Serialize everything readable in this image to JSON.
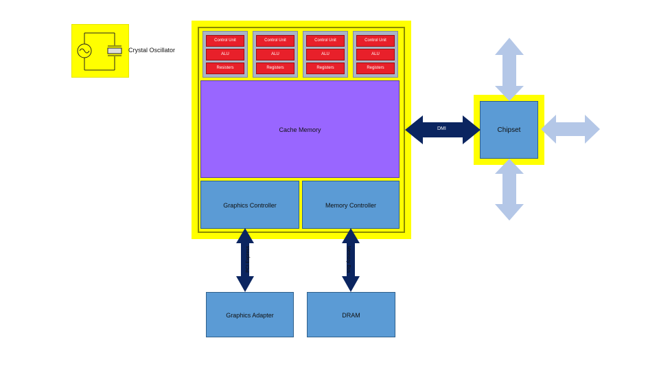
{
  "oscillator": {
    "label": "Crystal Oscillator"
  },
  "cores": [
    {
      "control": "Control Unit",
      "alu": "ALU",
      "registers": "Resisters"
    },
    {
      "control": "Control Unit",
      "alu": "ALU",
      "registers": "Registers"
    },
    {
      "control": "Control Unit",
      "alu": "ALU",
      "registers": "Registers"
    },
    {
      "control": "Control Unit",
      "alu": "ALU",
      "registers": "Registers"
    }
  ],
  "cache": {
    "label": "Cache Memory"
  },
  "graphics_controller": {
    "label": "Graphics Controller"
  },
  "memory_controller": {
    "label": "Memory Controller"
  },
  "dmi": {
    "label": "DMI"
  },
  "chipset": {
    "label": "Chipset"
  },
  "pci": {
    "label": "PCI Express"
  },
  "memory_bus": {
    "label": "Memory Bus"
  },
  "graphics_adapter": {
    "label": "Graphics Adapter"
  },
  "dram": {
    "label": "DRAM"
  },
  "colors": {
    "package": "#ffff00",
    "cache": "#9966ff",
    "block": "#5b9bd5",
    "core_cell": "#e8202a",
    "bus_arrow": "#0b2560",
    "io_arrow": "#b4c7e7"
  }
}
